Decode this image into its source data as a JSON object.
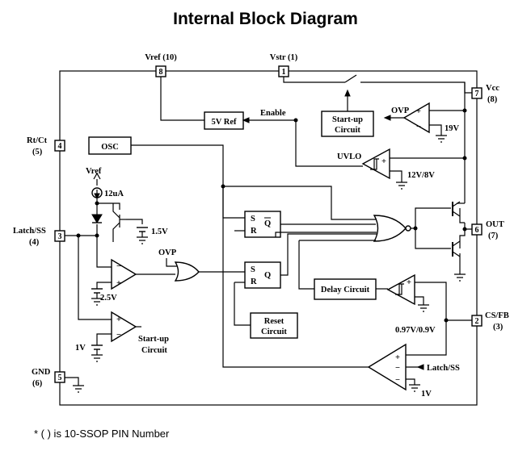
{
  "title": "Internal Block Diagram",
  "footnote": "* ( ) is 10-SSOP PIN Number",
  "pins": {
    "vref": {
      "name": "Vref (10)",
      "num": "8"
    },
    "vstr": {
      "name": "Vstr (1)",
      "num": "1"
    },
    "vcc": {
      "name": "Vcc",
      "sub": "(8)",
      "num": "7"
    },
    "rtct": {
      "name": "Rt/Ct",
      "sub": "(5)",
      "num": "4"
    },
    "latch": {
      "name": "Latch/SS",
      "sub": "(4)",
      "num": "3"
    },
    "gnd": {
      "name": "GND",
      "sub": "(6)",
      "num": "5"
    },
    "out": {
      "name": "OUT",
      "sub": "(7)",
      "num": "6"
    },
    "csfb": {
      "name": "CS/FB",
      "sub": "(3)",
      "num": "2"
    }
  },
  "blocks": {
    "ref5v": "5V Ref",
    "osc": "OSC",
    "startup_top": [
      "Start-up",
      "Circuit"
    ],
    "delay": "Delay Circuit",
    "reset": [
      "Reset",
      "Circuit"
    ],
    "startup_bottom": [
      "Start-up",
      "Circuit"
    ]
  },
  "labels": {
    "enable": "Enable",
    "ovp": "OVP",
    "v19": "19V",
    "uvlo": "UVLO",
    "uvlo_th": "12V/8V",
    "vref_small": "Vref",
    "i12": "12uA",
    "v15": "1.5V",
    "v25": "2.5V",
    "ovp_gate": "OVP",
    "v1_left": "1V",
    "hys": "0.97V/0.9V",
    "latch_in": "Latch/SS",
    "v1_bottom": "1V",
    "s": "S",
    "r": "R",
    "q": "Q",
    "qbar": "Q̅"
  },
  "icons": [
    "comparator-symbol",
    "or-gate-symbol",
    "transistor-symbol",
    "ground-symbol",
    "current-source-symbol",
    "diode-symbol",
    "switch-symbol",
    "battery-symbol"
  ]
}
